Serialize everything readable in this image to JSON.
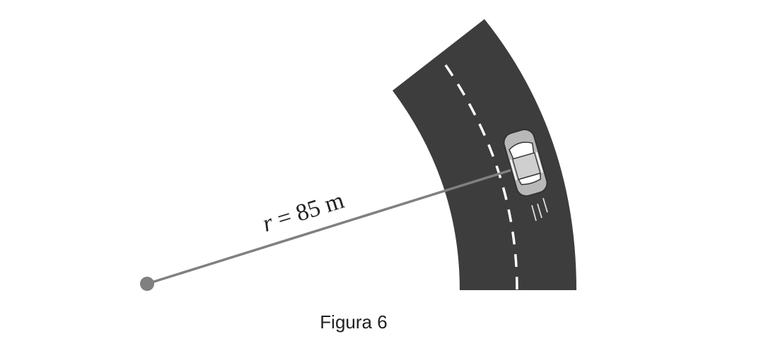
{
  "figure": {
    "radius_label": {
      "variable": "r",
      "equals": " = ",
      "value": "85",
      "unit": " m"
    },
    "caption": "Figura 6"
  },
  "colors": {
    "road": "#3d3d3d",
    "lane_marking": "#ffffff",
    "radius_line": "#808080",
    "center_point": "#808080",
    "car_body": "#b8b8b8",
    "car_outline": "#333333"
  },
  "icons": {
    "car": "car-icon",
    "motion_lines": "motion-lines-icon",
    "center_point": "center-point-icon"
  }
}
